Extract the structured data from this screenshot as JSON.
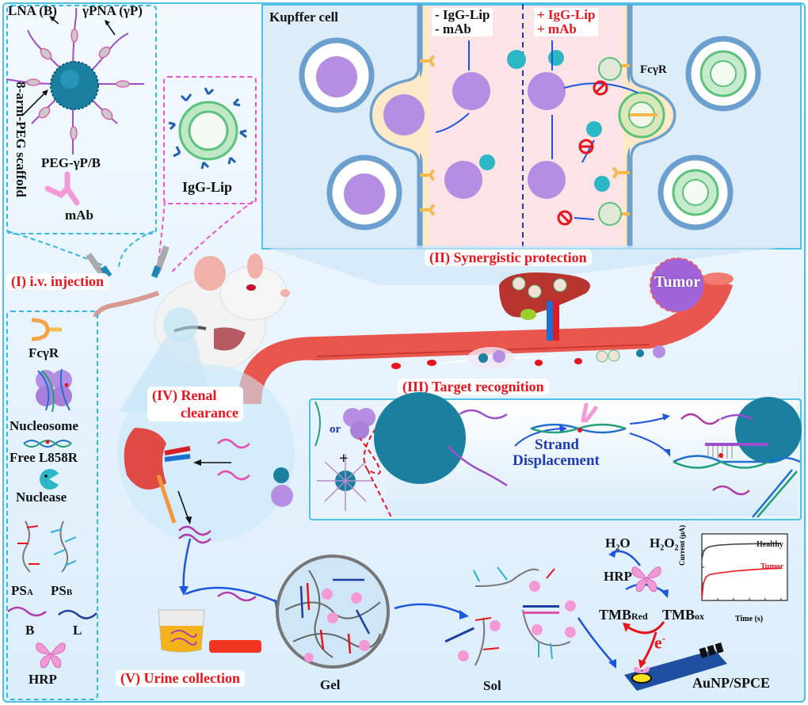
{
  "legend_top": {
    "lna_label": "LNA (B)",
    "gpna_label": "γPNA (γP)",
    "scaffold_label": "8-arm-PEG scaffold",
    "peg_label": "PEG-γP/B",
    "mab_label": "mAb"
  },
  "igg_lip_box": {
    "label": "IgG-Lip"
  },
  "kupffer_panel": {
    "title": "Kupffer cell",
    "minus_igg": "- IgG-Lip",
    "minus_mab": "- mAb",
    "plus_igg": "+ IgG-Lip",
    "plus_mab": "+ mAb",
    "receptor_label": "FcγR"
  },
  "steps": {
    "step1": "(I) i.v. injection",
    "step2": "(II) Synergistic protection",
    "step3": "(III) Target  recognition",
    "step4_line1": "(IV) Renal",
    "step4_line2": "clearance",
    "step5": "(V) Urine  collection"
  },
  "tumor_label": "Tumor",
  "recognition_panel": {
    "or_label": "or",
    "plus_label": "+",
    "strand_line1": "Strand",
    "strand_line2": "Displacement"
  },
  "legend_left": {
    "fcgr": "FcγR",
    "nucleosome": "Nucleosome",
    "free": "Free L858R",
    "nuclease": "Nuclease",
    "psa": "PS",
    "psa_sub": "A",
    "psb": "PS",
    "psb_sub": "B",
    "b": "B",
    "l": "L",
    "hrp": "HRP"
  },
  "bottom": {
    "gel": "Gel",
    "sol": "Sol",
    "h2o": "H₂O",
    "h2o2": "H₂O₂",
    "hrp": "HRP",
    "tmb_red": "TMB",
    "tmb_red_sub": "Red",
    "tmb_ox": "TMB",
    "tmb_ox_sub": "ox",
    "electron": "e",
    "electron_sup": "-",
    "electrode": "AuNP/SPCE"
  },
  "chart_data": {
    "type": "line",
    "title": "",
    "xlabel": "Time (s)",
    "ylabel": "Current (μA)",
    "xlim": [
      0,
      10
    ],
    "ylim": [
      0,
      10
    ],
    "series": [
      {
        "name": "Healthy",
        "color": "#444444",
        "x": [
          0,
          0.2,
          0.5,
          1,
          2,
          4,
          6,
          8,
          10
        ],
        "values": [
          6.2,
          7.3,
          7.8,
          8.1,
          8.3,
          8.45,
          8.5,
          8.55,
          8.55
        ]
      },
      {
        "name": "Tumor",
        "color": "#e8141c",
        "x": [
          0,
          0.2,
          0.5,
          1,
          2,
          4,
          6,
          8,
          10
        ],
        "values": [
          0.3,
          2.6,
          3.5,
          3.9,
          4.1,
          4.4,
          4.6,
          4.75,
          4.85
        ]
      }
    ]
  },
  "colors": {
    "frame_border": "#4fc0e8",
    "step_label": "#e8141c",
    "arrow_blue": "#1e55e0",
    "nucleosome": "#b58ee3",
    "scaffold": "#1b7fa0",
    "hrp": "#f08ad8",
    "vessel": "#e8564d"
  }
}
